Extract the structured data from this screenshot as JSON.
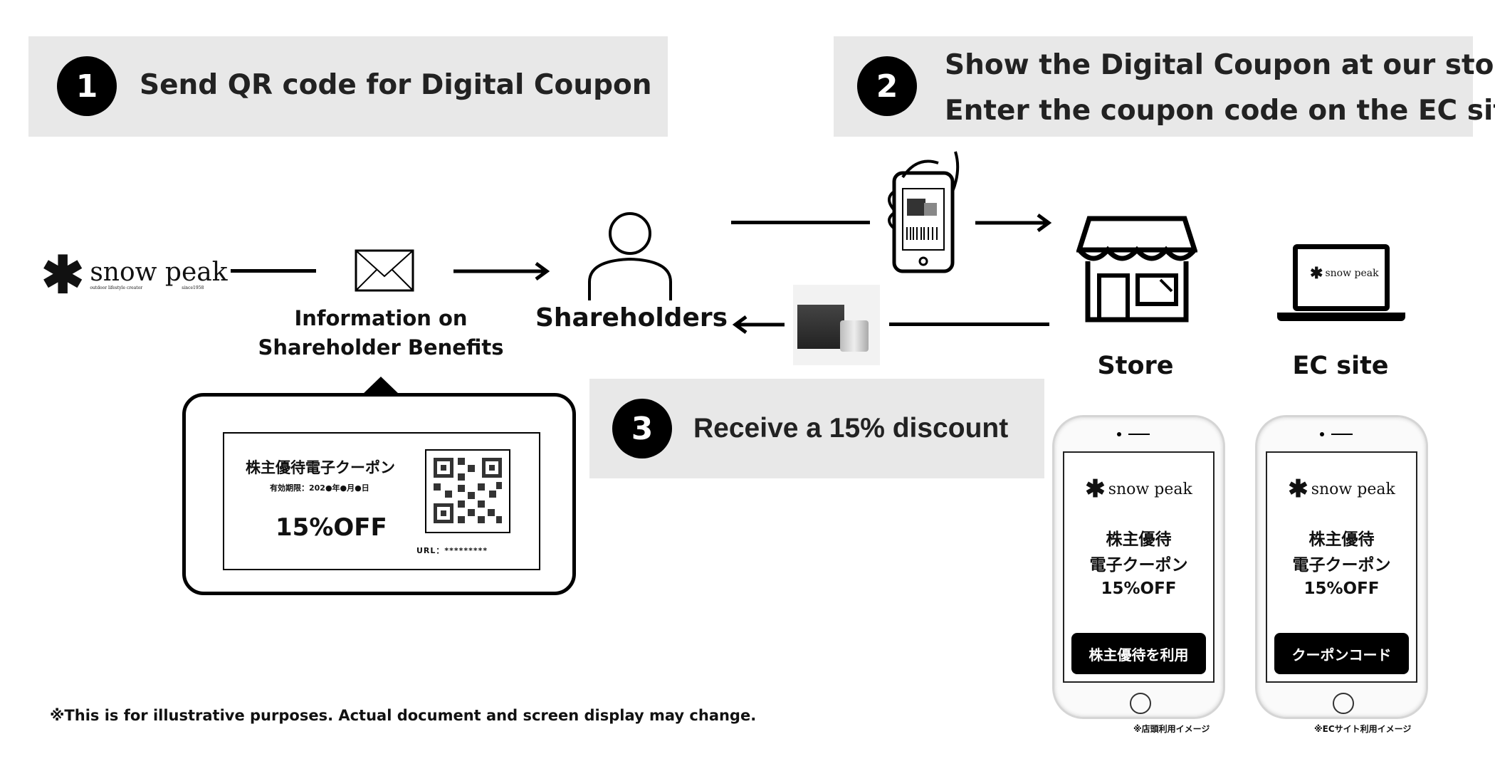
{
  "steps": [
    {
      "number": "1",
      "lines": [
        "Send QR code for Digital Coupon"
      ]
    },
    {
      "number": "2",
      "lines": [
        "Show the Digital Coupon at our store",
        "Enter the coupon code on the EC site"
      ]
    },
    {
      "number": "3",
      "lines": [
        "Receive a 15% discount"
      ]
    }
  ],
  "logo": {
    "brand": "snow peak",
    "tagline": "outdoor lifestyle creator",
    "since": "since1958"
  },
  "labels": {
    "info_line1": "Information on",
    "info_line2": "Shareholder Benefits",
    "shareholders": "Shareholders",
    "store": "Store",
    "ec_site": "EC site"
  },
  "coupon": {
    "title": "株主優待電子クーポン",
    "expiry": "有効期限：202●年●月●日",
    "discount": "15%OFF",
    "url": "URL：*********"
  },
  "phones": [
    {
      "title1": "株主優待",
      "title2": "電子クーポン",
      "discount": "15%OFF",
      "button": "株主優待を利用",
      "caption": "※店頭利用イメージ"
    },
    {
      "title1": "株主優待",
      "title2": "電子クーポン",
      "discount": "15%OFF",
      "button": "クーポンコード",
      "caption": "※ECサイト利用イメージ"
    }
  ],
  "footnote": "※This is for illustrative purposes. Actual document and screen display may change."
}
